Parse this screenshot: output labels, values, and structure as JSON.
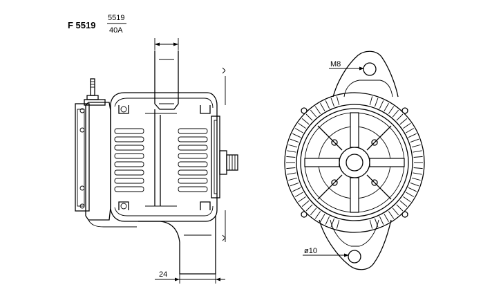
{
  "header": {
    "code": "F 5519",
    "ref_number": "5519",
    "rating": "40A"
  },
  "dimensions": {
    "mount_bolt": "M8",
    "hole_diameter": "ø10",
    "offset": "24"
  },
  "colors": {
    "line": "#000000",
    "background": "#ffffff"
  }
}
